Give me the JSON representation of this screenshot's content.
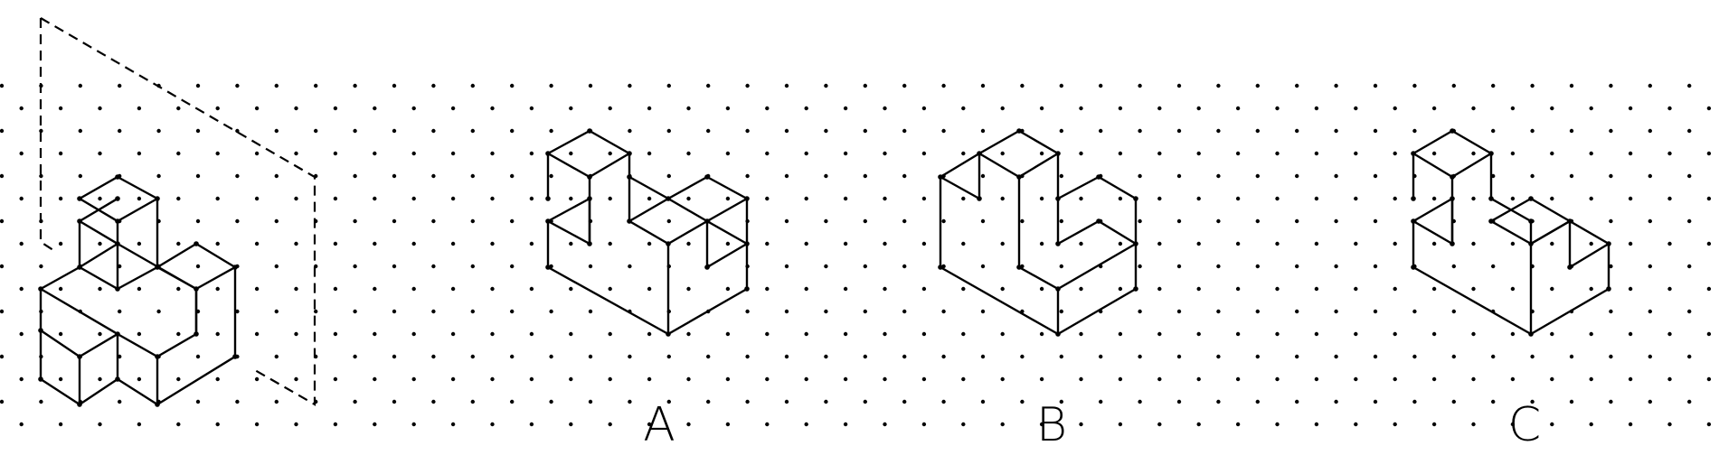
{
  "colors": {
    "background": "#ffffff",
    "ink": "#000000"
  },
  "options": {
    "a": "A",
    "b": "B",
    "c": "C"
  }
}
